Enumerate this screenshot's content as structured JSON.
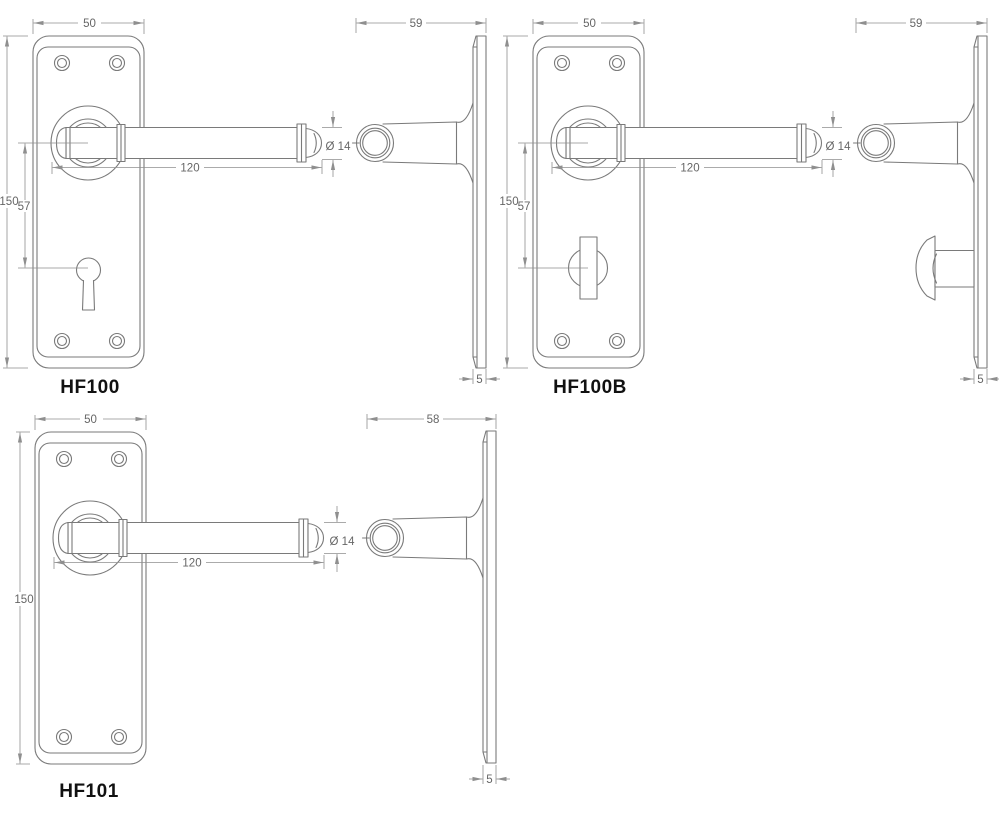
{
  "drawing": {
    "colors": {
      "object_line": "#7a7a7a",
      "dimension_line": "#8f8f8f",
      "dimension_text": "#666666",
      "label_text": "#111111",
      "background": "#ffffff"
    },
    "products": [
      {
        "label": "HF100",
        "front": {
          "width": "50",
          "height": "150",
          "centres": "57",
          "lever_length": "120",
          "lever_diameter": "Ø 14"
        },
        "side": {
          "depth": "59",
          "thickness": "5"
        }
      },
      {
        "label": "HF100B",
        "front": {
          "width": "50",
          "height": "150",
          "centres": "57",
          "lever_length": "120",
          "lever_diameter": "Ø 14"
        },
        "side": {
          "depth": "59",
          "thickness": "5"
        }
      },
      {
        "label": "HF101",
        "front": {
          "width": "50",
          "height": "150",
          "lever_length": "120",
          "lever_diameter": "Ø 14"
        },
        "side": {
          "depth": "58",
          "thickness": "5"
        }
      }
    ]
  }
}
